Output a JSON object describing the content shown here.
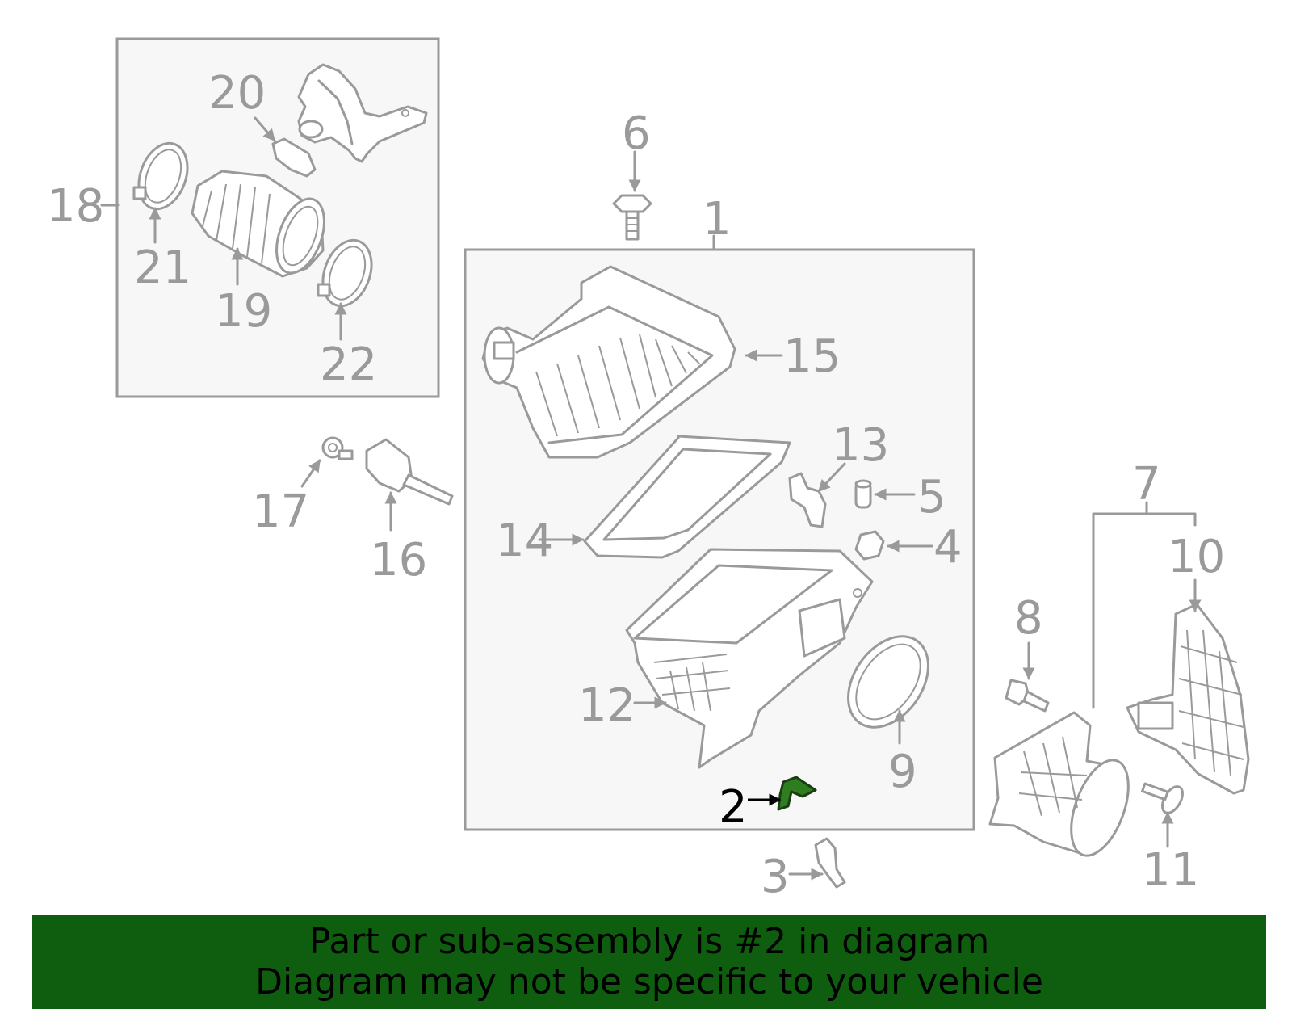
{
  "diagram": {
    "highlight_color": "#2e7d1e",
    "line_color": "#9a9a9a",
    "callouts": {
      "c1": "1",
      "c2": "2",
      "c3": "3",
      "c4": "4",
      "c5": "5",
      "c6": "6",
      "c7": "7",
      "c8": "8",
      "c9": "9",
      "c10": "10",
      "c11": "11",
      "c12": "12",
      "c13": "13",
      "c14": "14",
      "c15": "15",
      "c16": "16",
      "c17": "17",
      "c18": "18",
      "c19": "19",
      "c20": "20",
      "c21": "21",
      "c22": "22"
    },
    "highlighted_part": "2"
  },
  "banner": {
    "background": "#0f5e0f",
    "line1": "Part or sub-assembly is #2 in diagram",
    "line2": "Diagram may not be specific to your vehicle"
  }
}
